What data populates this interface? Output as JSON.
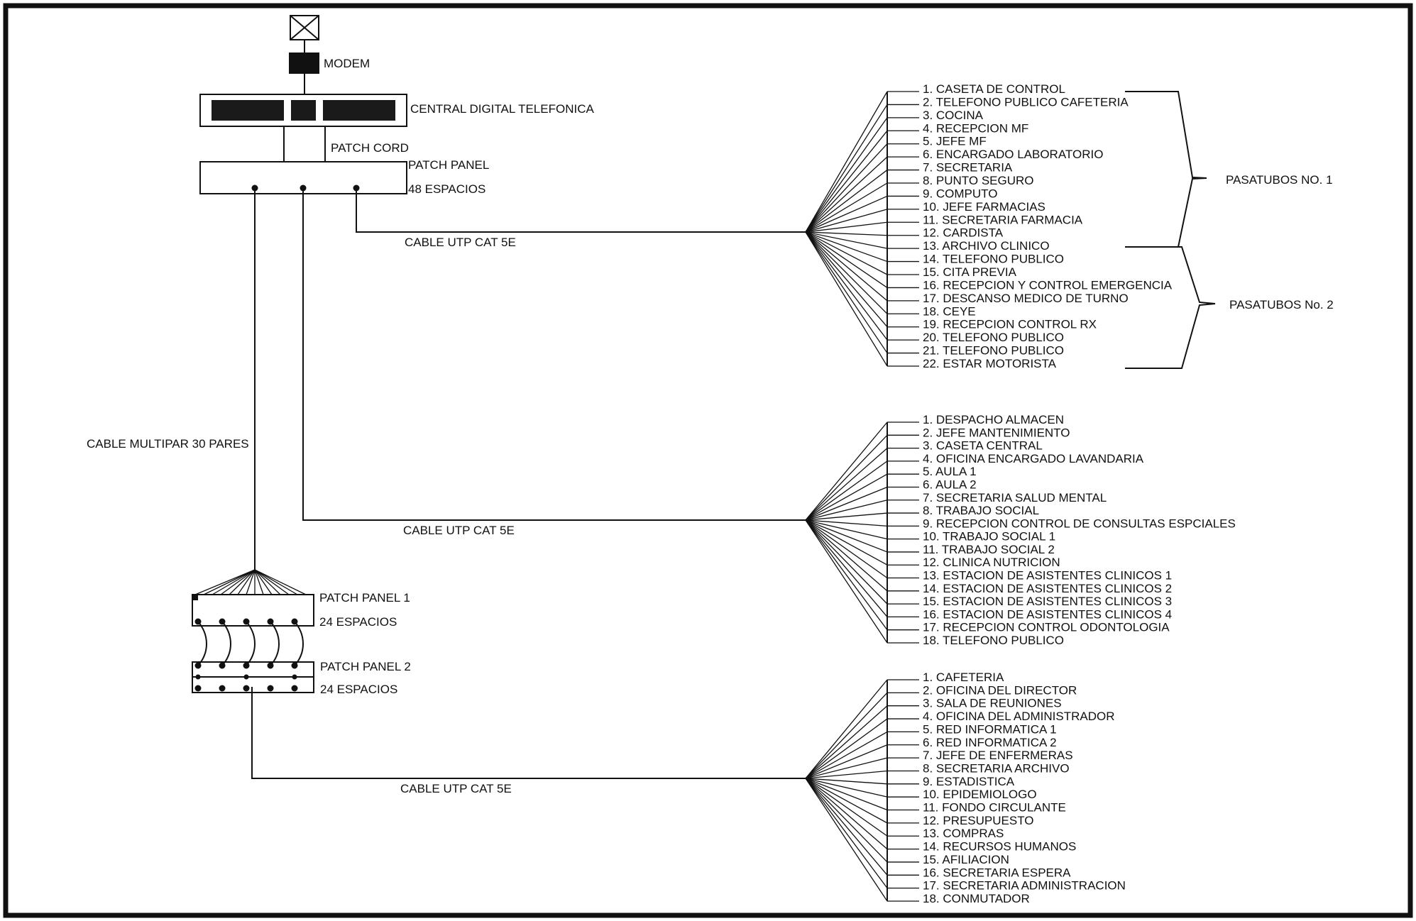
{
  "equipment": {
    "modem_label": "MODEM",
    "central_label": "CENTRAL DIGITAL TELEFONICA",
    "patch_cord_label": "PATCH CORD",
    "patch_panel_label": "PATCH PANEL",
    "patch_panel_ports": "48 ESPACIOS",
    "patch_panel_1_label": "PATCH PANEL 1",
    "patch_panel_1_ports": "24 ESPACIOS",
    "patch_panel_2_label": "PATCH PANEL 2",
    "patch_panel_2_ports": "24 ESPACIOS",
    "multipair_label": "CABLE MULTIPAR 30 PARES"
  },
  "groups": [
    {
      "cable_label": "CABLE UTP CAT 5E",
      "items": [
        "1. CASETA DE CONTROL",
        "2. TELEFONO PUBLICO CAFETERIA",
        "3. COCINA",
        "4. RECEPCION MF",
        "5. JEFE MF",
        "6. ENCARGADO LABORATORIO",
        "7. SECRETARIA",
        "8. PUNTO SEGURO",
        "9. COMPUTO",
        "10. JEFE FARMACIAS",
        "11. SECRETARIA FARMACIA",
        "12. CARDISTA",
        "13. ARCHIVO CLINICO",
        "14. TELEFONO PUBLICO",
        "15. CITA PREVIA",
        "16. RECEPCION Y CONTROL EMERGENCIA",
        "17. DESCANSO MEDICO DE TURNO",
        "18. CEYE",
        "19. RECEPCION CONTROL RX",
        "20. TELEFONO PUBLICO",
        "21. TELEFONO PUBLICO",
        "22. ESTAR MOTORISTA"
      ],
      "brackets": [
        "PASATUBOS NO. 1",
        "PASATUBOS No. 2"
      ]
    },
    {
      "cable_label": "CABLE UTP CAT 5E",
      "items": [
        "1. DESPACHO ALMACEN",
        "2. JEFE MANTENIMIENTO",
        "3. CASETA CENTRAL",
        "4. OFICINA ENCARGADO LAVANDARIA",
        "5. AULA 1",
        "6. AULA 2",
        "7. SECRETARIA SALUD MENTAL",
        "8. TRABAJO SOCIAL",
        "9. RECEPCION CONTROL DE CONSULTAS ESPCIALES",
        "10. TRABAJO SOCIAL 1",
        "11. TRABAJO SOCIAL 2",
        "12. CLINICA NUTRICION",
        "13. ESTACION DE ASISTENTES CLINICOS 1",
        "14. ESTACION DE ASISTENTES CLINICOS 2",
        "15. ESTACION DE ASISTENTES CLINICOS 3",
        "16. ESTACION DE ASISTENTES CLINICOS 4",
        "17. RECEPCION CONTROL ODONTOLOGIA",
        "18. TELEFONO PUBLICO"
      ]
    },
    {
      "cable_label": "CABLE UTP CAT 5E",
      "items": [
        "1. CAFETERIA",
        "2. OFICINA DEL DIRECTOR",
        "3. SALA DE REUNIONES",
        "4. OFICINA DEL ADMINISTRADOR",
        "5. RED INFORMATICA 1",
        "6. RED INFORMATICA 2",
        "7. JEFE DE ENFERMERAS",
        "8. SECRETARIA ARCHIVO",
        "9. ESTADISTICA",
        "10. EPIDEMIOLOGO",
        "11. FONDO CIRCULANTE",
        "12. PRESUPUESTO",
        "13. COMPRAS",
        "14. RECURSOS HUMANOS",
        "15. AFILIACION",
        "16. SECRETARIA ESPERA",
        "17. SECRETARIA ADMINISTRACION",
        "18. CONMUTADOR"
      ]
    }
  ]
}
